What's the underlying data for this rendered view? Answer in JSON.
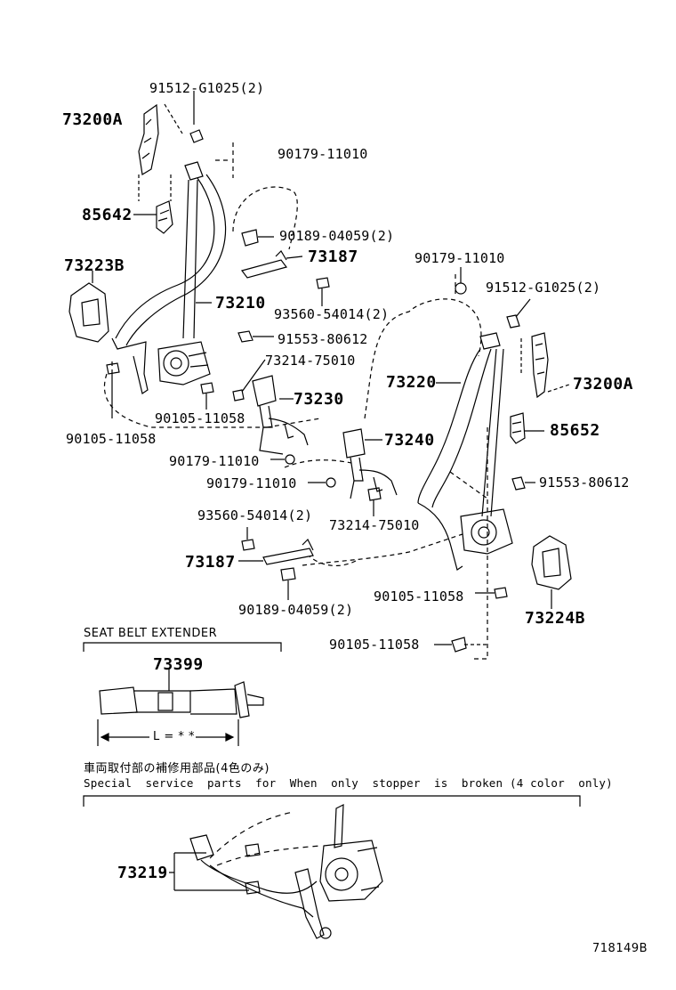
{
  "labels": {
    "p_73200A_left": "73200A",
    "p_91512_left": "91512-G1025(2)",
    "p_90179_top": "90179-11010",
    "p_85642": "85642",
    "p_90189_top": "90189-04059(2)",
    "p_73187_top": "73187",
    "p_73223B": "73223B",
    "p_73210": "73210",
    "p_93560_top": "93560-54014(2)",
    "p_91553_left": "91553-80612",
    "p_73214_top": "73214-75010",
    "p_73230": "73230",
    "p_90105_a": "90105-11058",
    "p_90105_b": "90105-11058",
    "p_90179_mid": "90179-11010",
    "p_90179_low": "90179-11010",
    "p_93560_low": "93560-54014(2)",
    "p_73187_low": "73187",
    "p_90189_low": "90189-04059(2)",
    "p_90179_right": "90179-11010",
    "p_91512_right": "91512-G1025(2)",
    "p_73220": "73220",
    "p_73200A_right": "73200A",
    "p_85652": "85652",
    "p_73240": "73240",
    "p_91553_right": "91553-80612",
    "p_73214_low": "73214-75010",
    "p_90105_c": "90105-11058",
    "p_73224B": "73224B",
    "p_90105_d": "90105-11058",
    "p_73399": "73399",
    "p_73219": "73219"
  },
  "extender": {
    "title": "SEAT BELT EXTENDER",
    "length": "L = * *"
  },
  "service_note": {
    "japanese": "車両取付部の補修用部品(4色のみ)",
    "english": "Special  service  parts  for  When  only  stopper  is  broken (4 color  only)"
  },
  "figure_id": "718149B",
  "colors": {
    "line": "#000000",
    "background": "#ffffff"
  }
}
